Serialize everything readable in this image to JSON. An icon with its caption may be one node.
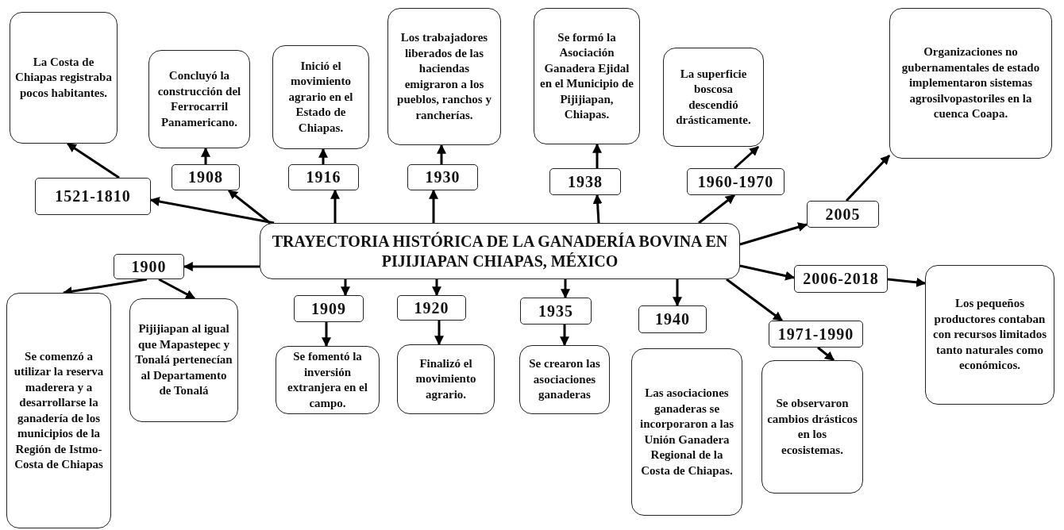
{
  "diagram": {
    "nodes": [
      {
        "text": [
          "TRAYECTORIA HISTÓRICA DE LA GANADERÍA BOVINA EN PIJIJIAPAN CHIAPAS, MÉXICO"
        ]
      },
      {
        "text": [
          "1521-1810"
        ]
      },
      {
        "text": [
          "La Costa de Chiapas registraba pocos habitantes."
        ]
      },
      {
        "text": [
          "1908"
        ]
      },
      {
        "text": [
          "Concluyó la construcción del Ferrocarril Panamericano."
        ]
      },
      {
        "text": [
          "1916"
        ]
      },
      {
        "text": [
          "Inició el movimiento agrario en el Estado de Chiapas."
        ]
      },
      {
        "text": [
          "1930"
        ]
      },
      {
        "text": [
          "Los trabajadores liberados de las haciendas emigraron a los pueblos, ranchos y rancherías."
        ]
      },
      {
        "text": [
          "1938"
        ]
      },
      {
        "text": [
          "Se formó la Asociación Ganadera Ejidal en el Municipio de Pijijiapan, Chiapas."
        ]
      },
      {
        "text": [
          "1960-1970"
        ]
      },
      {
        "text": [
          "La superficie boscosa descendió drásticamente."
        ]
      },
      {
        "text": [
          "2005"
        ]
      },
      {
        "text": [
          "Organizaciones no gubernamentales de estado implementaron sistemas agrosilvopastoriles en la cuenca Coapa."
        ]
      },
      {
        "text": [
          "1900"
        ]
      },
      {
        "text": [
          "Se comenzó a utilizar la reserva maderera y a desarrollarse la ganadería de los municipios de la Región de Istmo-Costa de Chiapas"
        ]
      },
      {
        "text": [
          "Pijijiapan al igual que Mapastepec y Tonalá pertenecían al Departamento de Tonalá"
        ]
      },
      {
        "text": [
          "1909"
        ]
      },
      {
        "text": [
          "Se fomentó la inversión extranjera en el campo."
        ]
      },
      {
        "text": [
          "1920"
        ]
      },
      {
        "text": [
          "Finalizó el movimiento agrario."
        ]
      },
      {
        "text": [
          "1935"
        ]
      },
      {
        "text": [
          "Se crearon las asociaciones ganaderas"
        ]
      },
      {
        "text": [
          "1940"
        ]
      },
      {
        "text": [
          "Las asociaciones ganaderas se incorporaron a las Unión Ganadera Regional de la Costa de Chiapas."
        ]
      },
      {
        "text": [
          "1971-1990"
        ]
      },
      {
        "text": [
          "Se observaron cambios drásticos en los ecosistemas."
        ]
      },
      {
        "text": [
          "2006-2018"
        ]
      },
      {
        "text": [
          "Los pequeños productores contaban con recursos limitados tanto naturales como económicos."
        ]
      }
    ],
    "edges": [
      {
        "from": 0,
        "to": 1,
        "arrow": "to"
      },
      {
        "from": 1,
        "to": 2,
        "arrow": "to"
      },
      {
        "from": 0,
        "to": 3,
        "arrow": "to"
      },
      {
        "from": 3,
        "to": 4,
        "arrow": "to"
      },
      {
        "from": 0,
        "to": 5,
        "arrow": "to"
      },
      {
        "from": 5,
        "to": 6,
        "arrow": "to"
      },
      {
        "from": 0,
        "to": 7,
        "arrow": "to"
      },
      {
        "from": 7,
        "to": 8,
        "arrow": "to"
      },
      {
        "from": 0,
        "to": 9,
        "arrow": "to"
      },
      {
        "from": 9,
        "to": 10,
        "arrow": "to"
      },
      {
        "from": 0,
        "to": 11,
        "arrow": "to"
      },
      {
        "from": 11,
        "to": 12,
        "arrow": "to"
      },
      {
        "from": 0,
        "to": 13,
        "arrow": "to"
      },
      {
        "from": 13,
        "to": 14,
        "arrow": "to"
      },
      {
        "from": 0,
        "to": 15,
        "arrow": "to"
      },
      {
        "from": 15,
        "to": 16,
        "arrow": "to"
      },
      {
        "from": 15,
        "to": 17,
        "arrow": "to"
      },
      {
        "from": 0,
        "to": 18,
        "arrow": "to"
      },
      {
        "from": 18,
        "to": 19,
        "arrow": "to"
      },
      {
        "from": 0,
        "to": 20,
        "arrow": "to"
      },
      {
        "from": 20,
        "to": 21,
        "arrow": "to"
      },
      {
        "from": 0,
        "to": 22,
        "arrow": "to"
      },
      {
        "from": 22,
        "to": 23,
        "arrow": "to"
      },
      {
        "from": 0,
        "to": 24,
        "arrow": "to"
      },
      {
        "from": 0,
        "to": 26,
        "arrow": "to"
      },
      {
        "from": 26,
        "to": 27,
        "arrow": "to"
      },
      {
        "from": 0,
        "to": 28,
        "arrow": "to"
      },
      {
        "from": 28,
        "to": 29,
        "arrow": "to"
      }
    ]
  }
}
